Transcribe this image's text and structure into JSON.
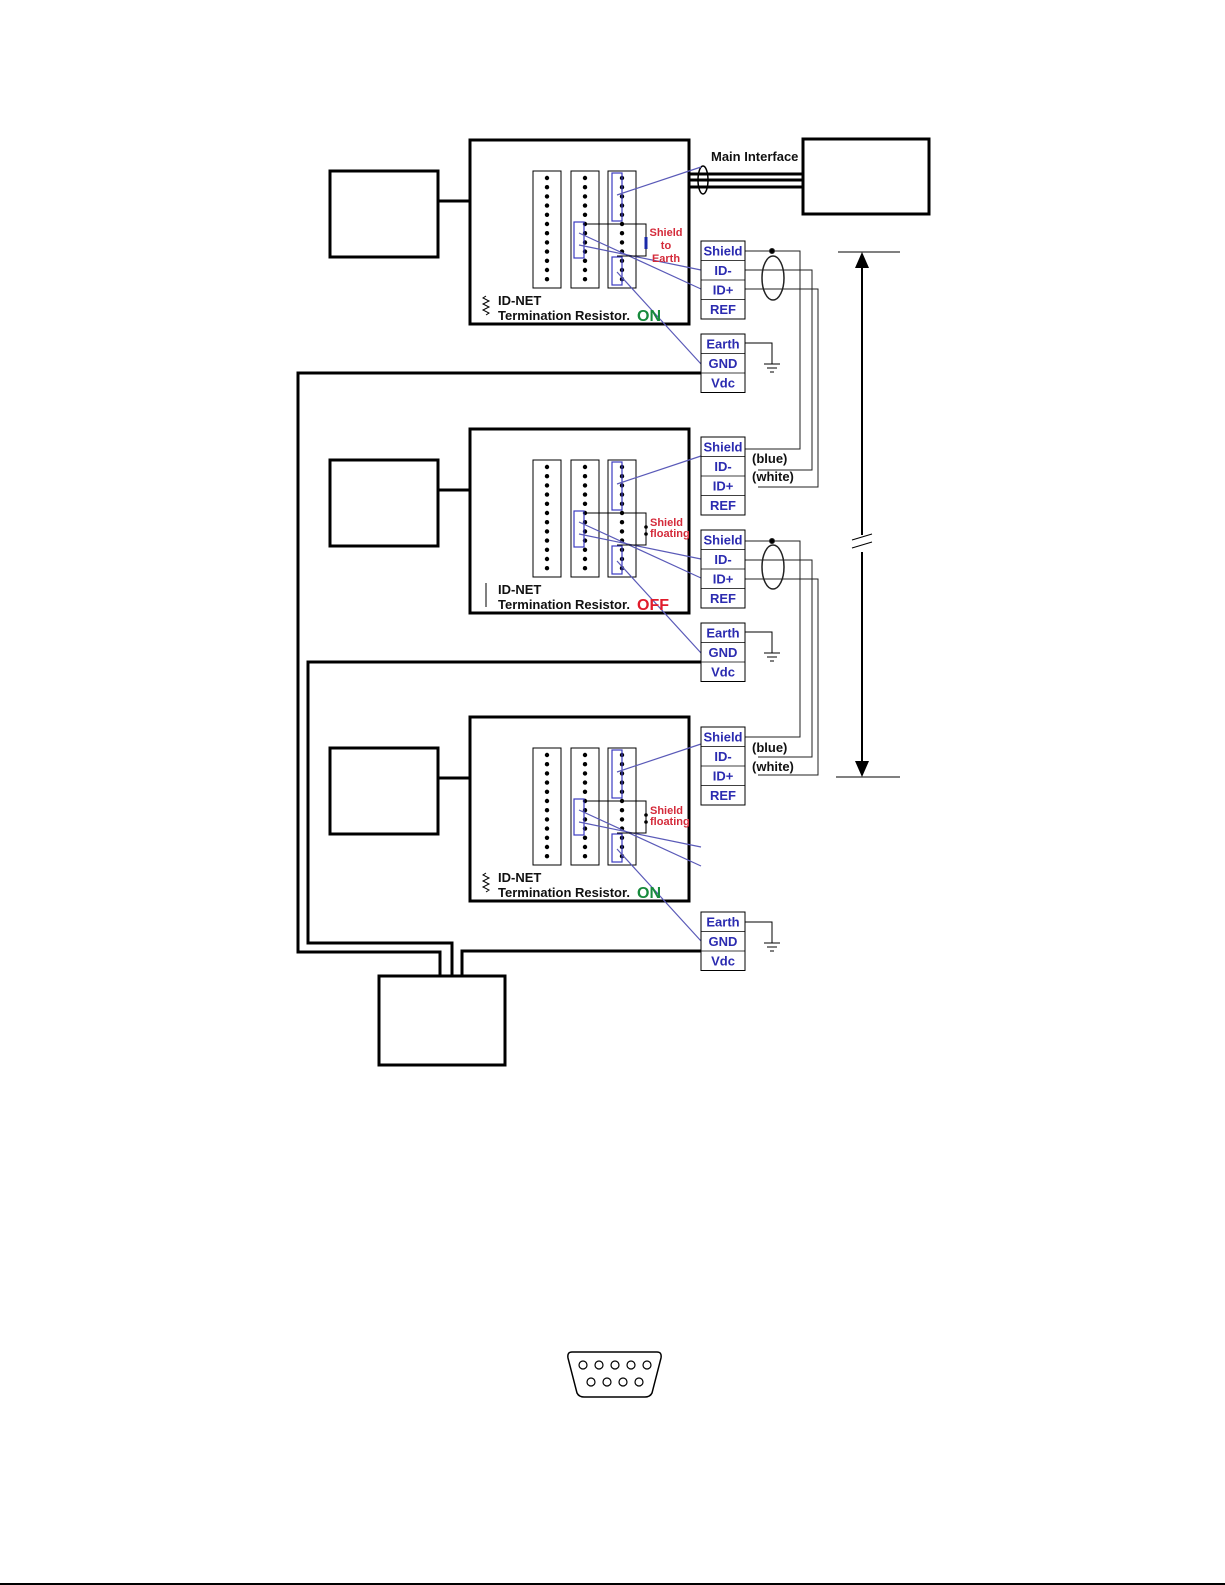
{
  "diagram": {
    "main_interface_label": "Main Interface",
    "network_terminals": [
      "Shield",
      "ID-",
      "ID+",
      "REF"
    ],
    "power_terminals": [
      "Earth",
      "GND",
      "Vdc"
    ],
    "wire_blue_label": "(blue)",
    "wire_white_label": "(white)",
    "resistor_title": "ID-NET",
    "resistor_label": "Termination Resistor.",
    "shield_to_earth": [
      "Shield",
      "to",
      "Earth"
    ],
    "shield_floating": [
      "Shield",
      "floating"
    ],
    "units": [
      {
        "termination_state": "ON"
      },
      {
        "termination_state": "OFF"
      },
      {
        "termination_state": "ON"
      }
    ]
  }
}
